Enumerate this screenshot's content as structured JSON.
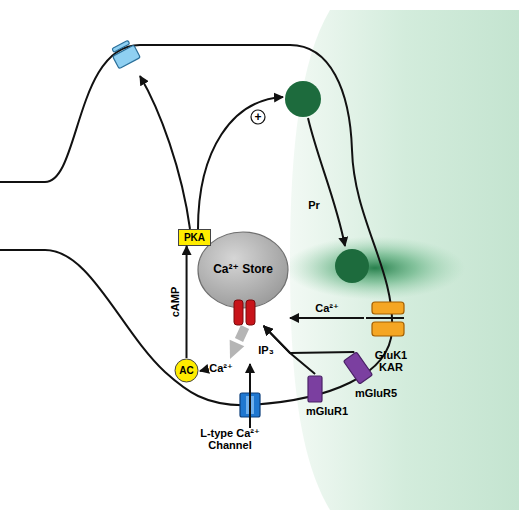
{
  "diagram": {
    "nodes": [
      {
        "text": [
          "Ca²⁺ Store"
        ]
      },
      {
        "text": [
          "PKA"
        ]
      },
      {
        "text": [
          "AC"
        ]
      },
      {
        "text": [
          "L-type Ca²⁺ Channel"
        ]
      },
      {
        "text": [
          "mGluR1"
        ]
      },
      {
        "text": [
          "mGluR5"
        ]
      },
      {
        "text": [
          "GluK1 KAR"
        ]
      }
    ],
    "edges": [
      {
        "from": 2,
        "to": 1,
        "label": "cAMP",
        "arrow": "to"
      },
      {
        "from": 6,
        "to": 0,
        "label": "Ca²⁺",
        "arrow": "to"
      },
      {
        "from": 4,
        "to": 0,
        "arrow": "to"
      },
      {
        "from": 5,
        "to": 0,
        "arrow": "to"
      }
    ],
    "labels": [
      "Ca²⁺",
      "IP₃",
      "+",
      "Pr"
    ]
  }
}
